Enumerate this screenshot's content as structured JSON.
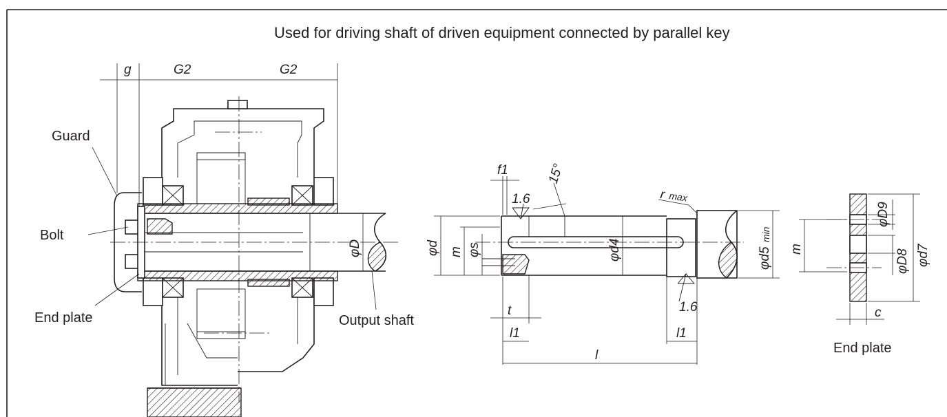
{
  "title": "Used for driving shaft of driven equipment connected by parallel key",
  "labels": {
    "guard": "Guard",
    "bolt": "Bolt",
    "end_plate": "End plate",
    "output_shaft": "Output shaft",
    "end_plate_detail": "End plate"
  },
  "dims": {
    "g": "g",
    "g2_left": "G2",
    "g2_right": "G2",
    "phi_D": "φD",
    "f1": "f1",
    "roughness_a": "1.6",
    "angle": "15°",
    "r_max": "r",
    "r_max_sub": "max",
    "phi_d": "φd",
    "m_shaft": "m",
    "phi_s": "φs",
    "phi_d4": "φd4",
    "phi_d5": "φd5",
    "phi_d5_sub": "min",
    "roughness_b": "1.6",
    "t": "t",
    "l1_left": "l1",
    "l1_right": "l1",
    "l": "l",
    "m_plate": "m",
    "phi_D9": "φD9",
    "phi_D8": "φD8",
    "phi_d7": "φd7",
    "c": "c"
  }
}
